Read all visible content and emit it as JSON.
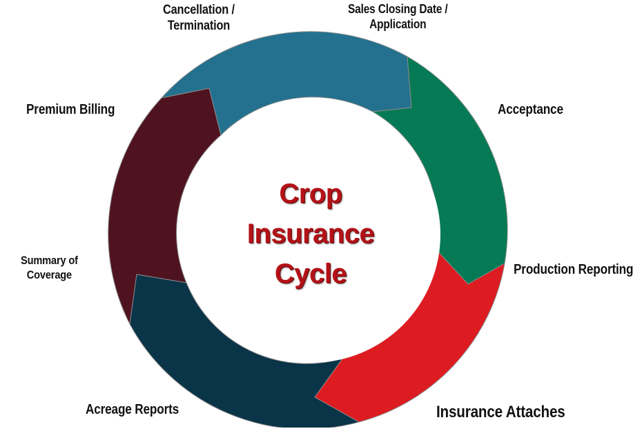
{
  "diagram": {
    "center_title": {
      "line1": "Crop",
      "line2": "Insurance",
      "line3": "Cycle"
    },
    "labels": {
      "sales_closing": {
        "line1": "Sales Closing Date /",
        "line2": "Application"
      },
      "acceptance": "Acceptance",
      "production_reporting": "Production Reporting",
      "insurance_attaches": "Insurance Attaches",
      "acreage_reports": "Acreage Reports",
      "summary_of_coverage": {
        "line1": "Summary of",
        "line2": "Coverage"
      },
      "premium_billing": "Premium Billing",
      "cancellation": {
        "line1": "Cancellation /",
        "line2": "Termination"
      }
    },
    "segment_colors": {
      "teal_blue": "#23718f",
      "green": "#067a55",
      "red": "#dd1c21",
      "navy": "#0a3448",
      "maroon": "#4f1320"
    },
    "title_color": "#b31217"
  }
}
